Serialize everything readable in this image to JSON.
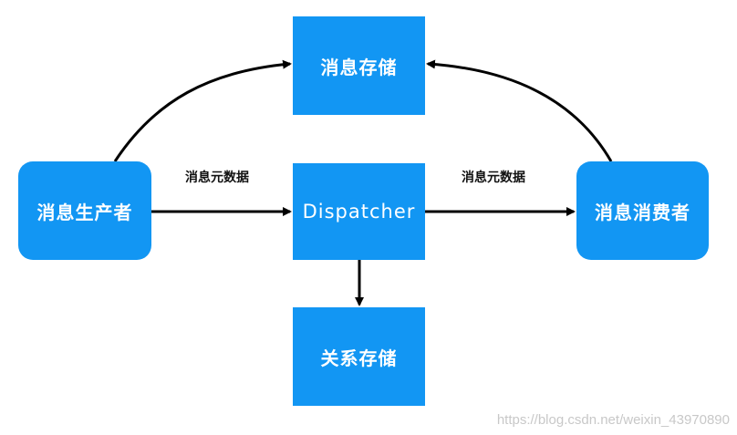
{
  "nodes": {
    "message_storage": "消息存储",
    "dispatcher": "Dispatcher",
    "relation_storage": "关系存储",
    "producer": "消息生产者",
    "consumer": "消息消费者"
  },
  "edges": {
    "producer_to_dispatcher_label": "消息元数据",
    "dispatcher_to_consumer_label": "消息元数据"
  },
  "watermark": "https://blog.csdn.net/weixin_43970890",
  "colors": {
    "node_fill": "#1296f3",
    "node_text": "#ffffff",
    "arrow": "#000000"
  }
}
